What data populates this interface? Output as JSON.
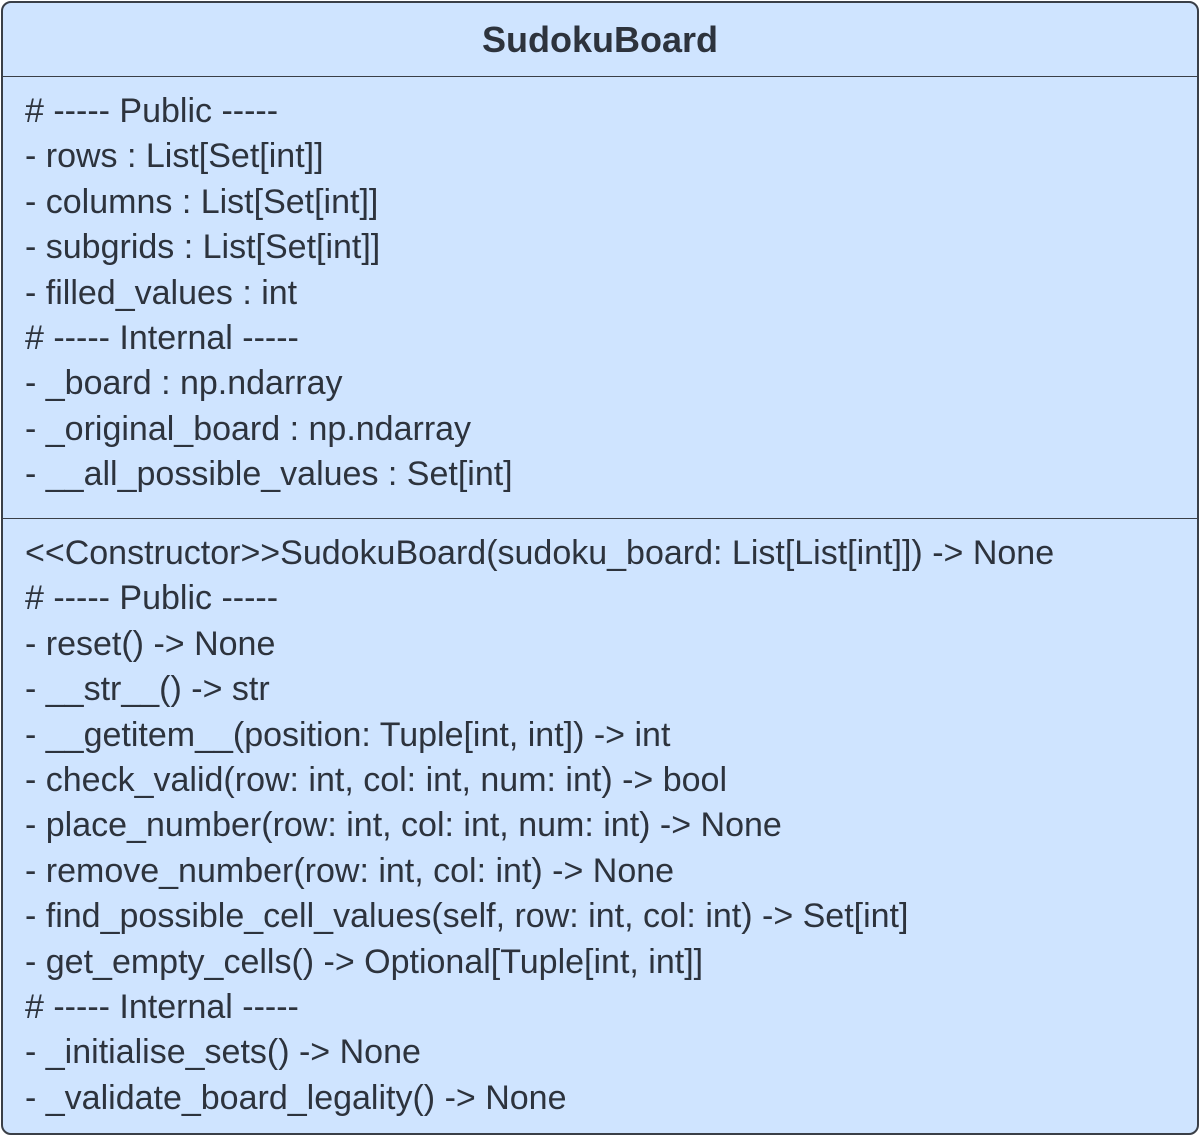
{
  "class_box": {
    "name": "SudokuBoard",
    "attributes": [
      "# ----- Public -----",
      "- rows : List[Set[int]]",
      "- columns : List[Set[int]]",
      "- subgrids : List[Set[int]]",
      "- filled_values : int",
      "# ----- Internal -----",
      "- _board : np.ndarray",
      "- _original_board : np.ndarray",
      "- __all_possible_values : Set[int]"
    ],
    "methods": [
      "<<Constructor>>SudokuBoard(sudoku_board: List[List[int]]) -> None",
      "# ----- Public -----",
      "- reset() -> None",
      "- __str__() -> str",
      "- __getitem__(position: Tuple[int, int]) -> int",
      "- check_valid(row: int, col: int, num: int) -> bool",
      "- place_number(row: int, col: int, num: int) -> None",
      "- remove_number(row: int, col: int) -> None",
      "- find_possible_cell_values(self, row: int, col: int) -> Set[int]",
      "- get_empty_cells() -> Optional[Tuple[int, int]]",
      "# ----- Internal -----",
      "- _initialise_sets() -> None",
      "- _validate_board_legality() -> None"
    ]
  },
  "colors": {
    "fill": "#cfe4ff",
    "border": "#3a3f47",
    "text": "#2d333d"
  }
}
